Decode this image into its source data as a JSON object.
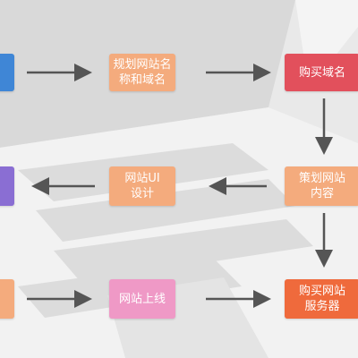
{
  "colors": {
    "blue": "#3f86d6",
    "peach": "#f4ab7d",
    "red": "#e2505c",
    "purple": "#8a6ed3",
    "pink": "#ef99c6",
    "orange": "#ef6a3c",
    "arrow": "#555555"
  },
  "steps": {
    "plan_name": "规划网站名\n称和域名",
    "buy_domain": "购买域名",
    "plan_content": "策划网站\n内容",
    "design_ui": "网站UI\n设计",
    "buy_server": "购买网站\n服务器",
    "go_online": "网站上线"
  }
}
